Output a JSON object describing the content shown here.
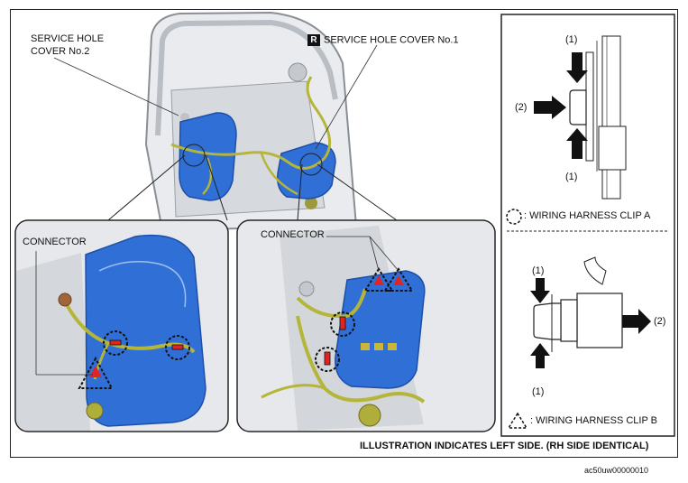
{
  "labels": {
    "cover2_line1": "SERVICE HOLE",
    "cover2_line2": "COVER No.2",
    "cover1_badge": "R",
    "cover1": "SERVICE HOLE COVER No.1",
    "connector_left": "CONNECTOR",
    "connector_right": "CONNECTOR",
    "clipA_1_top": "(1)",
    "clipA_2": "(2)",
    "clipA_1_bottom": "(1)",
    "clipA_legend": ": WIRING HARNESS CLIP A",
    "clipB_1_top": "(1)",
    "clipB_2": "(2)",
    "clipB_1_bottom": "(1)",
    "clipB_legend": ": WIRING HARNESS CLIP B",
    "footer_note": "ILLUSTRATION INDICATES LEFT SIDE. (RH SIDE IDENTICAL)",
    "doc_code": "ac50uw00000010"
  },
  "colors": {
    "cover_blue": "#2f6fd6",
    "harness": "#b5b53a",
    "connector_red": "#e02424"
  }
}
